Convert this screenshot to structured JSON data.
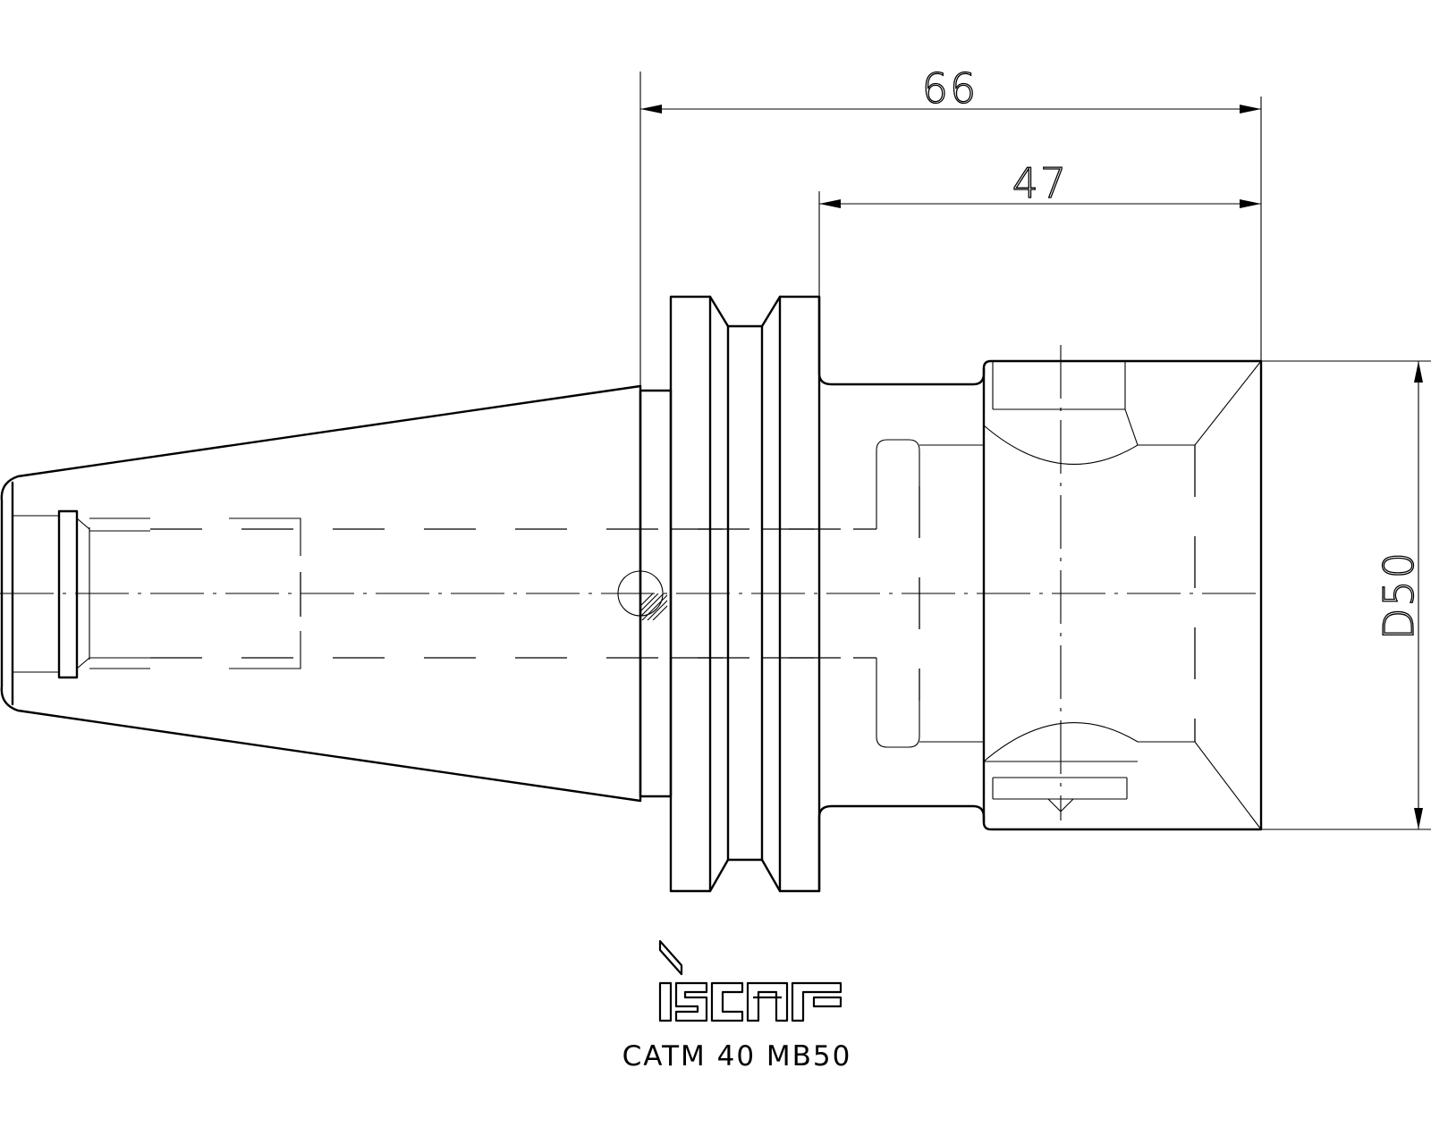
{
  "dimensions": {
    "overall_length": "66",
    "shank_length": "47",
    "diameter": "D50"
  },
  "brand": {
    "logo_text": "iscar"
  },
  "part_number": "CATM 40 MB50"
}
